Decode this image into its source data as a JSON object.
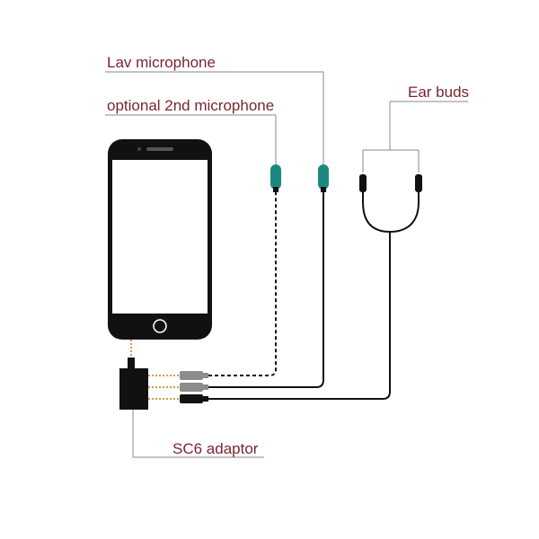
{
  "labels": {
    "lav_mic": "Lav microphone",
    "second_mic": "optional 2nd microphone",
    "ear_buds": "Ear buds",
    "adaptor": "SC6 adaptor"
  },
  "colors": {
    "label_text": "#7a2530",
    "leader_line": "#8a8a8a",
    "cable": "#111111",
    "mic_capsule": "#1a8a80",
    "phone_body": "#111111",
    "screen": "#ffffff",
    "adaptor": "#111111",
    "plug_gray": "#8c8c8c",
    "gold": "#c9a34a"
  }
}
